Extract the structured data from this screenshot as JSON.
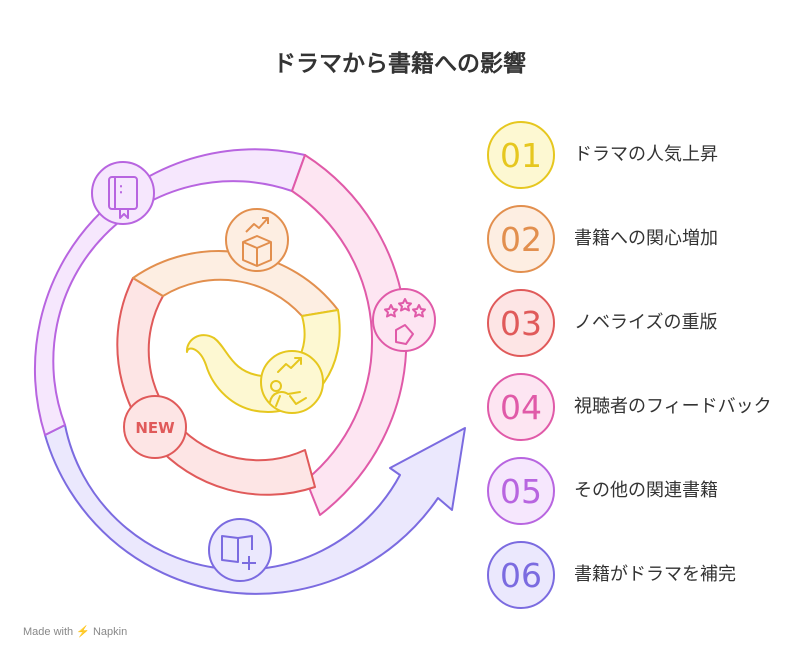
{
  "title": "ドラマから書籍への影響",
  "steps": [
    {
      "number": "01",
      "label": "ドラマの人気上昇",
      "color": "#e6c71f",
      "fill": "#fdf8d2"
    },
    {
      "number": "02",
      "label": "書籍への関心増加",
      "color": "#e28f4e",
      "fill": "#fdeee2"
    },
    {
      "number": "03",
      "label": "ノベライズの重版",
      "color": "#e05a5a",
      "fill": "#fde5e5"
    },
    {
      "number": "04",
      "label": "視聴者のフィードバック",
      "color": "#e05aa8",
      "fill": "#fde5f2"
    },
    {
      "number": "05",
      "label": "その他の関連書籍",
      "color": "#b865e0",
      "fill": "#f6e7fd"
    },
    {
      "number": "06",
      "label": "書籍がドラマを補完",
      "color": "#7b6be0",
      "fill": "#ebe8fd"
    }
  ],
  "icons": {
    "step1": "growth-person-icon",
    "step2": "box-growth-icon",
    "step3": "new-badge-icon",
    "step4": "stars-hand-icon",
    "step5": "book-bookmark-icon",
    "step6": "book-plus-icon",
    "new_text": "NEW"
  },
  "watermark": "Made with ⚡ Napkin"
}
